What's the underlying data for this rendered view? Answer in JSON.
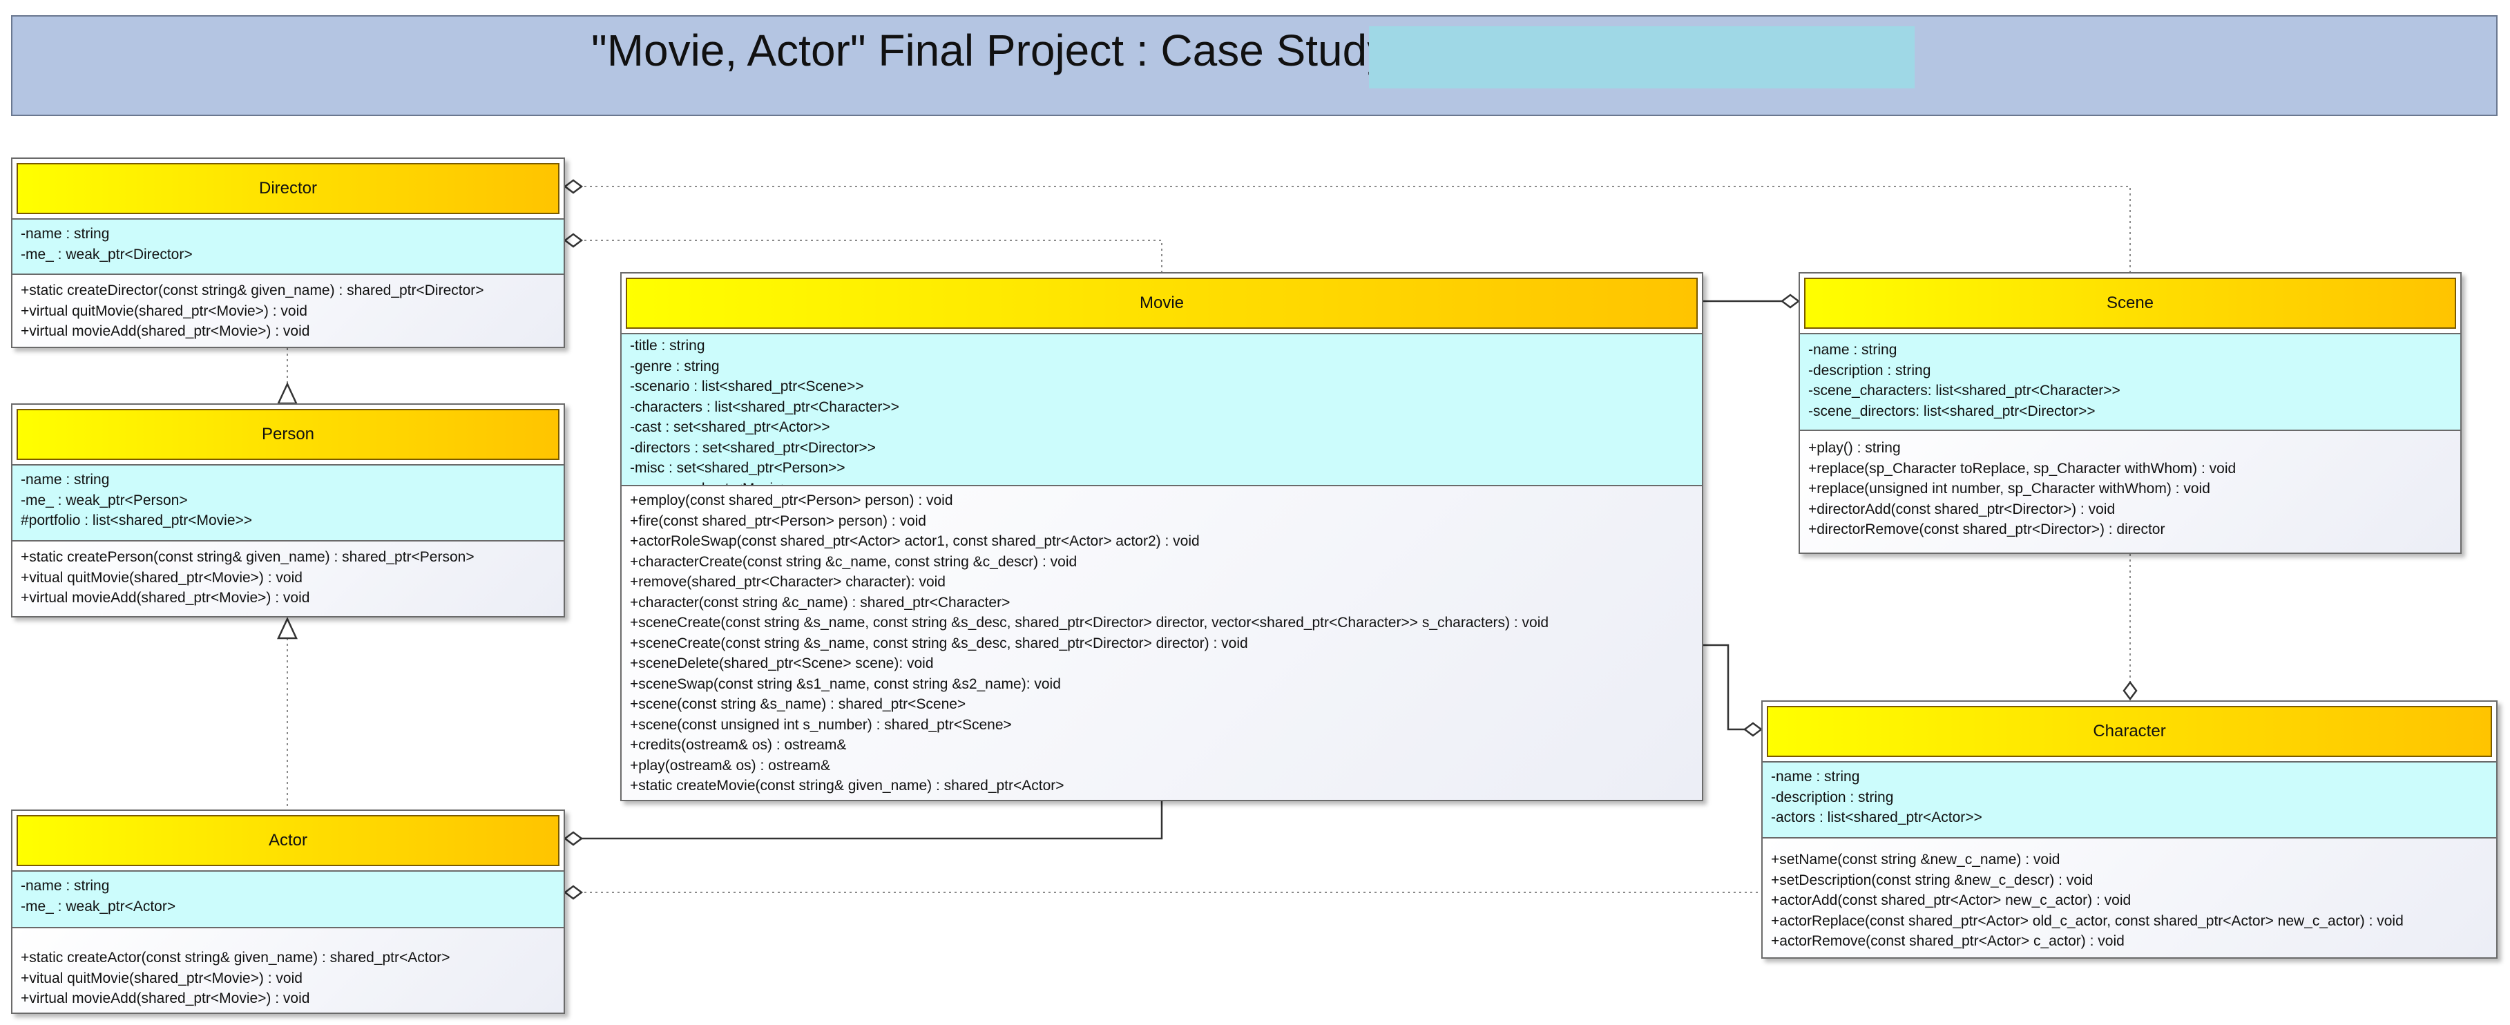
{
  "title": "\"Movie, Actor\" Final Project : Case Study",
  "colors": {
    "header_bg": "#b4c5e2",
    "title_highlight": "#9fd8e6",
    "class_header": "#ffdd00",
    "attributes_bg": "#ccfcfc"
  },
  "classes": {
    "director": {
      "name": "Director",
      "attributes": [
        "-name : string",
        "-me_ : weak_ptr<Director>"
      ],
      "operations": [
        "+static createDirector(const string& given_name) :  shared_ptr<Director>",
        "+virtual quitMovie(shared_ptr<Movie>) : void",
        "+virtual movieAdd(shared_ptr<Movie>) : void"
      ]
    },
    "person": {
      "name": "Person",
      "attributes": [
        "-name : string",
        "-me_ : weak_ptr<Person>",
        "#portfolio : list<shared_ptr<Movie>>"
      ],
      "operations": [
        "+static createPerson(const string& given_name) :  shared_ptr<Person>",
        "+vitual quitMovie(shared_ptr<Movie>) : void",
        "+virtual movieAdd(shared_ptr<Movie>) : void"
      ]
    },
    "actor": {
      "name": "Actor",
      "attributes": [
        "-name : string",
        "-me_ : weak_ptr<Actor>"
      ],
      "operations": [
        "+static createActor(const string& given_name) :  shared_ptr<Actor>",
        "+vitual quitMovie(shared_ptr<Movie>) : void",
        "+virtual movieAdd(shared_ptr<Movie>) : void"
      ]
    },
    "movie": {
      "name": "Movie",
      "attributes": [
        "-title : string",
        "-genre : string",
        "-scenario : list<shared_ptr<Scene>>",
        "-characters : list<shared_ptr<Character>>",
        "-cast : set<shared_ptr<Actor>>",
        "-directors : set<shared_ptr<Director>>",
        "-misc : set<shared_ptr<Person>>",
        "-me_ : weak_ptr<Movie>"
      ],
      "operations": [
        "+employ(const shared_ptr<Person> person) : void",
        "+fire(const shared_ptr<Person> person) : void",
        "+actorRoleSwap(const shared_ptr<Actor> actor1, const shared_ptr<Actor> actor2) : void",
        "+characterCreate(const string &c_name, const string &c_descr) : void",
        "+remove(shared_ptr<Character> character): void",
        "+character(const string &c_name) : shared_ptr<Character>",
        "+sceneCreate(const string &s_name, const string &s_desc, shared_ptr<Director> director, vector<shared_ptr<Character>> s_characters) : void",
        "+sceneCreate(const string &s_name, const string &s_desc, shared_ptr<Director> director) : void",
        "+sceneDelete(shared_ptr<Scene> scene): void",
        "+sceneSwap(const string &s1_name, const string &s2_name): void",
        "+scene(const string &s_name) : shared_ptr<Scene>",
        "+scene(const unsigned int s_number) : shared_ptr<Scene>",
        "+credits(ostream& os) : ostream&",
        "+play(ostream& os) : ostream&",
        "+static createMovie(const string& given_name) :  shared_ptr<Actor>"
      ]
    },
    "scene": {
      "name": "Scene",
      "attributes": [
        "-name : string",
        "-description : string",
        "-scene_characters: list<shared_ptr<Character>>",
        "-scene_directors: list<shared_ptr<Director>>"
      ],
      "operations": [
        "+play() : string",
        "+replace(sp_Character toReplace, sp_Character withWhom) :  void",
        "+replace(unsigned int number, sp_Character withWhom) : void",
        "+directorAdd(const shared_ptr<Director>) : void",
        "+directorRemove(const shared_ptr<Director>) : director"
      ]
    },
    "character": {
      "name": "Character",
      "attributes": [
        "-name : string",
        "-description : string",
        "-actors : list<shared_ptr<Actor>>"
      ],
      "operations": [
        "+setName(const string &new_c_name) : void",
        "+setDescription(const string &new_c_descr) : void",
        "+actorAdd(const shared_ptr<Actor> new_c_actor) : void",
        "+actorReplace(const shared_ptr<Actor> old_c_actor, const shared_ptr<Actor> new_c_actor) : void",
        "+actorRemove(const shared_ptr<Actor> c_actor) : void"
      ]
    }
  }
}
